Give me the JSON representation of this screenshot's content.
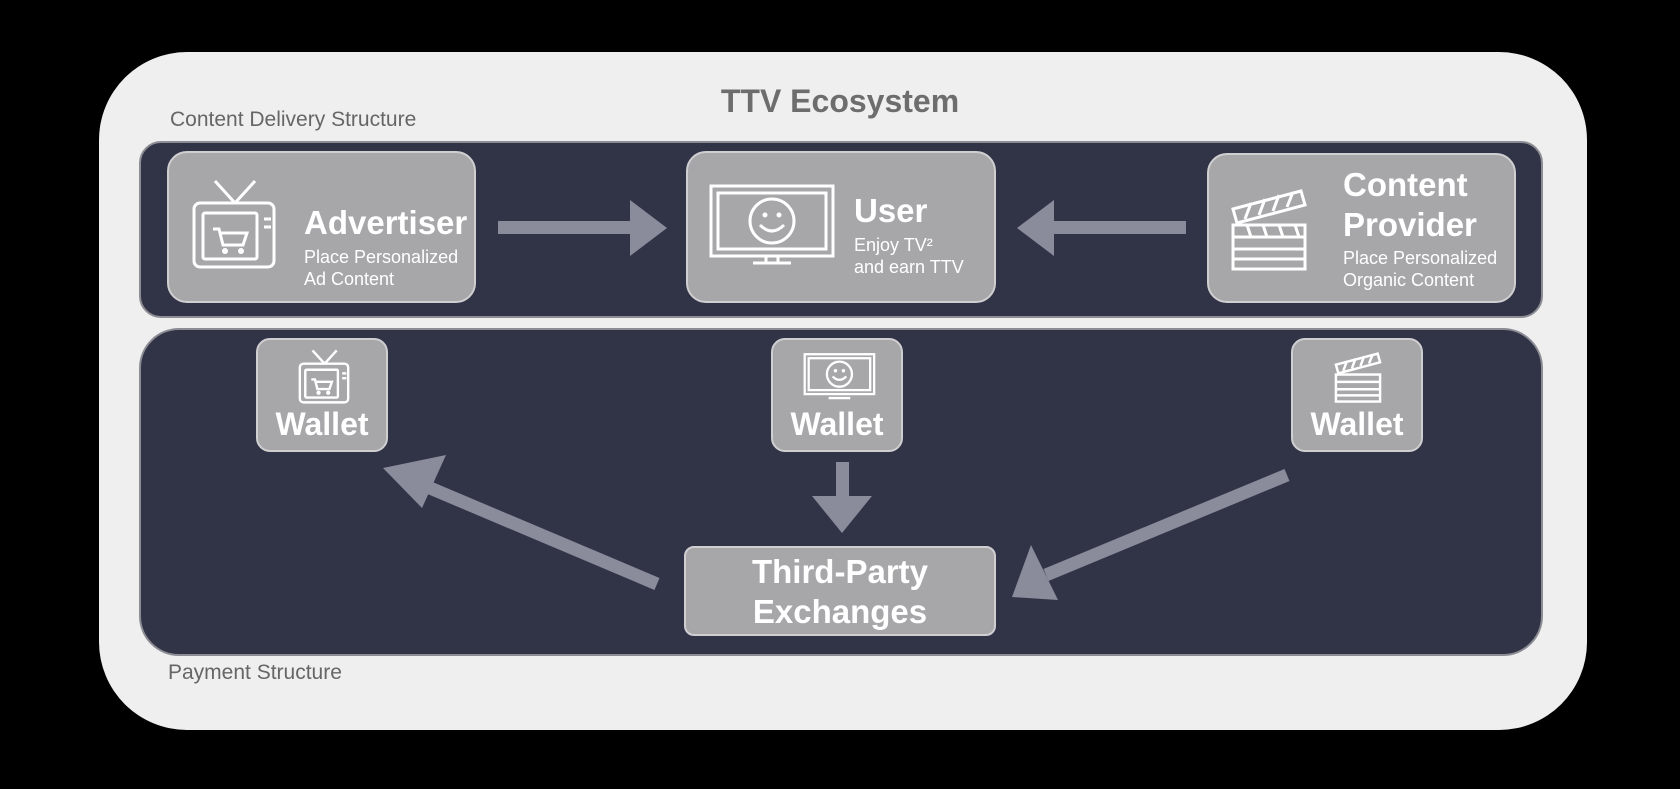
{
  "title": "TTV Ecosystem",
  "sections": {
    "content_delivery": "Content Delivery Structure",
    "payment": "Payment Structure"
  },
  "advertiser": {
    "name": "Advertiser",
    "desc_line1": "Place Personalized",
    "desc_line2": "Ad Content",
    "icon": "tv-shopping-cart-icon"
  },
  "user": {
    "name": "User",
    "desc_line1": "Enjoy TV²",
    "desc_line2": "and earn TTV",
    "icon": "smiley-monitor-icon"
  },
  "content_provider": {
    "name_line1": "Content",
    "name_line2": "Provider",
    "desc_line1": "Place Personalized",
    "desc_line2": "Organic Content",
    "icon": "clapperboard-icon"
  },
  "wallets": {
    "advertiser": "Wallet",
    "user": "Wallet",
    "content_provider": "Wallet"
  },
  "exchange": {
    "line1": "Third-Party",
    "line2": "Exchanges"
  },
  "colors": {
    "background": "#000000",
    "panel": "#efefef",
    "band": "#313347",
    "card": "#a7a7aa",
    "arrow": "#8a8c9c"
  }
}
